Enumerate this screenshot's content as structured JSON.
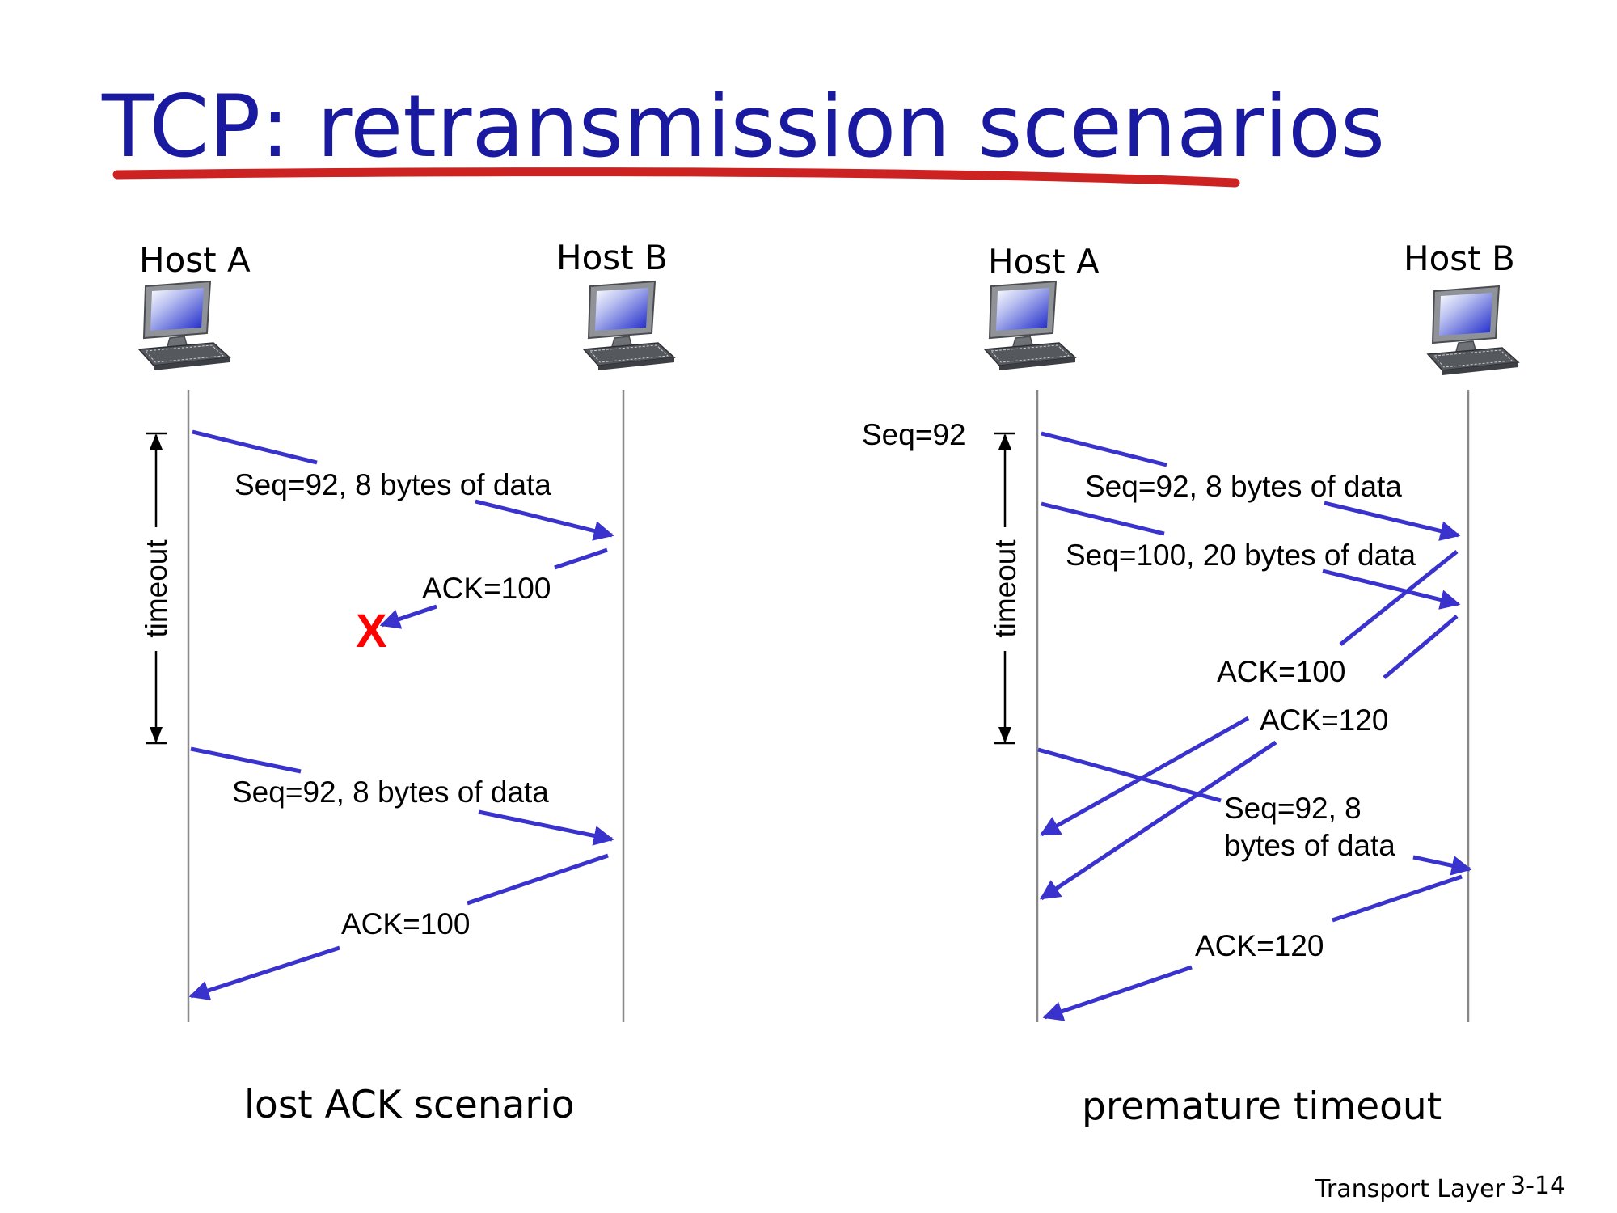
{
  "slide": {
    "title": "TCP: retransmission scenarios",
    "footer_section": "Transport Layer",
    "footer_page": "3-14",
    "colors": {
      "title": "#1a1aa0",
      "underline": "#cc2222",
      "arrows": "#3a32cc",
      "loss_marker": "#ff0000"
    }
  },
  "left": {
    "host_a": "Host A",
    "host_b": "Host B",
    "timeout_label": "timeout",
    "caption": "lost ACK scenario",
    "loss_marker": "X",
    "messages": {
      "seg1": "Seq=92, 8 bytes of data",
      "ack1": "ACK=100",
      "seg2": "Seq=92, 8 bytes of data",
      "ack2": "ACK=100"
    }
  },
  "right": {
    "host_a": "Host A",
    "host_b": "Host B",
    "timer_label": "Seq=92",
    "timeout_label": "timeout",
    "caption": "premature timeout",
    "messages": {
      "seg1": "Seq=92, 8 bytes of data",
      "seg2": "Seq=100, 20 bytes of data",
      "ack1": "ACK=100",
      "ack2": "ACK=120",
      "seg3_line1": "Seq=92,  8",
      "seg3_line2": "bytes of data",
      "ack3": "ACK=120"
    }
  }
}
